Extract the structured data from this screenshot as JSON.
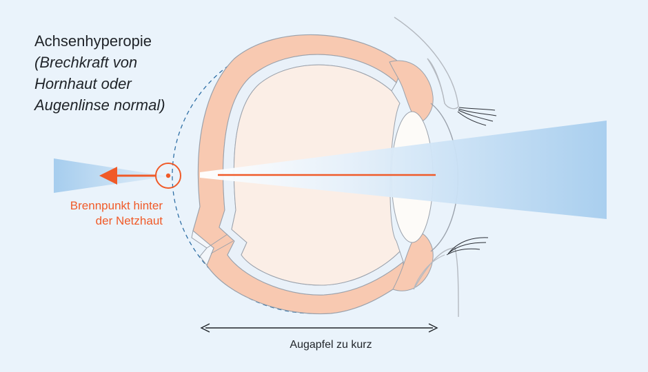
{
  "title": "Achsenhyperopie",
  "subtitle": "(Brechkraft von\nHornhaut oder\nAugenlinse normal)",
  "focus_label": "Brennpunkt hinter\nder Netzhaut",
  "length_label": "Augapfel zu kurz",
  "colors": {
    "background": "#eaf3fb",
    "accent": "#f05a28",
    "eye_wall": "#f8c9b1",
    "light_beam": "#a9d0ef",
    "outline": "#9aa1ab"
  }
}
